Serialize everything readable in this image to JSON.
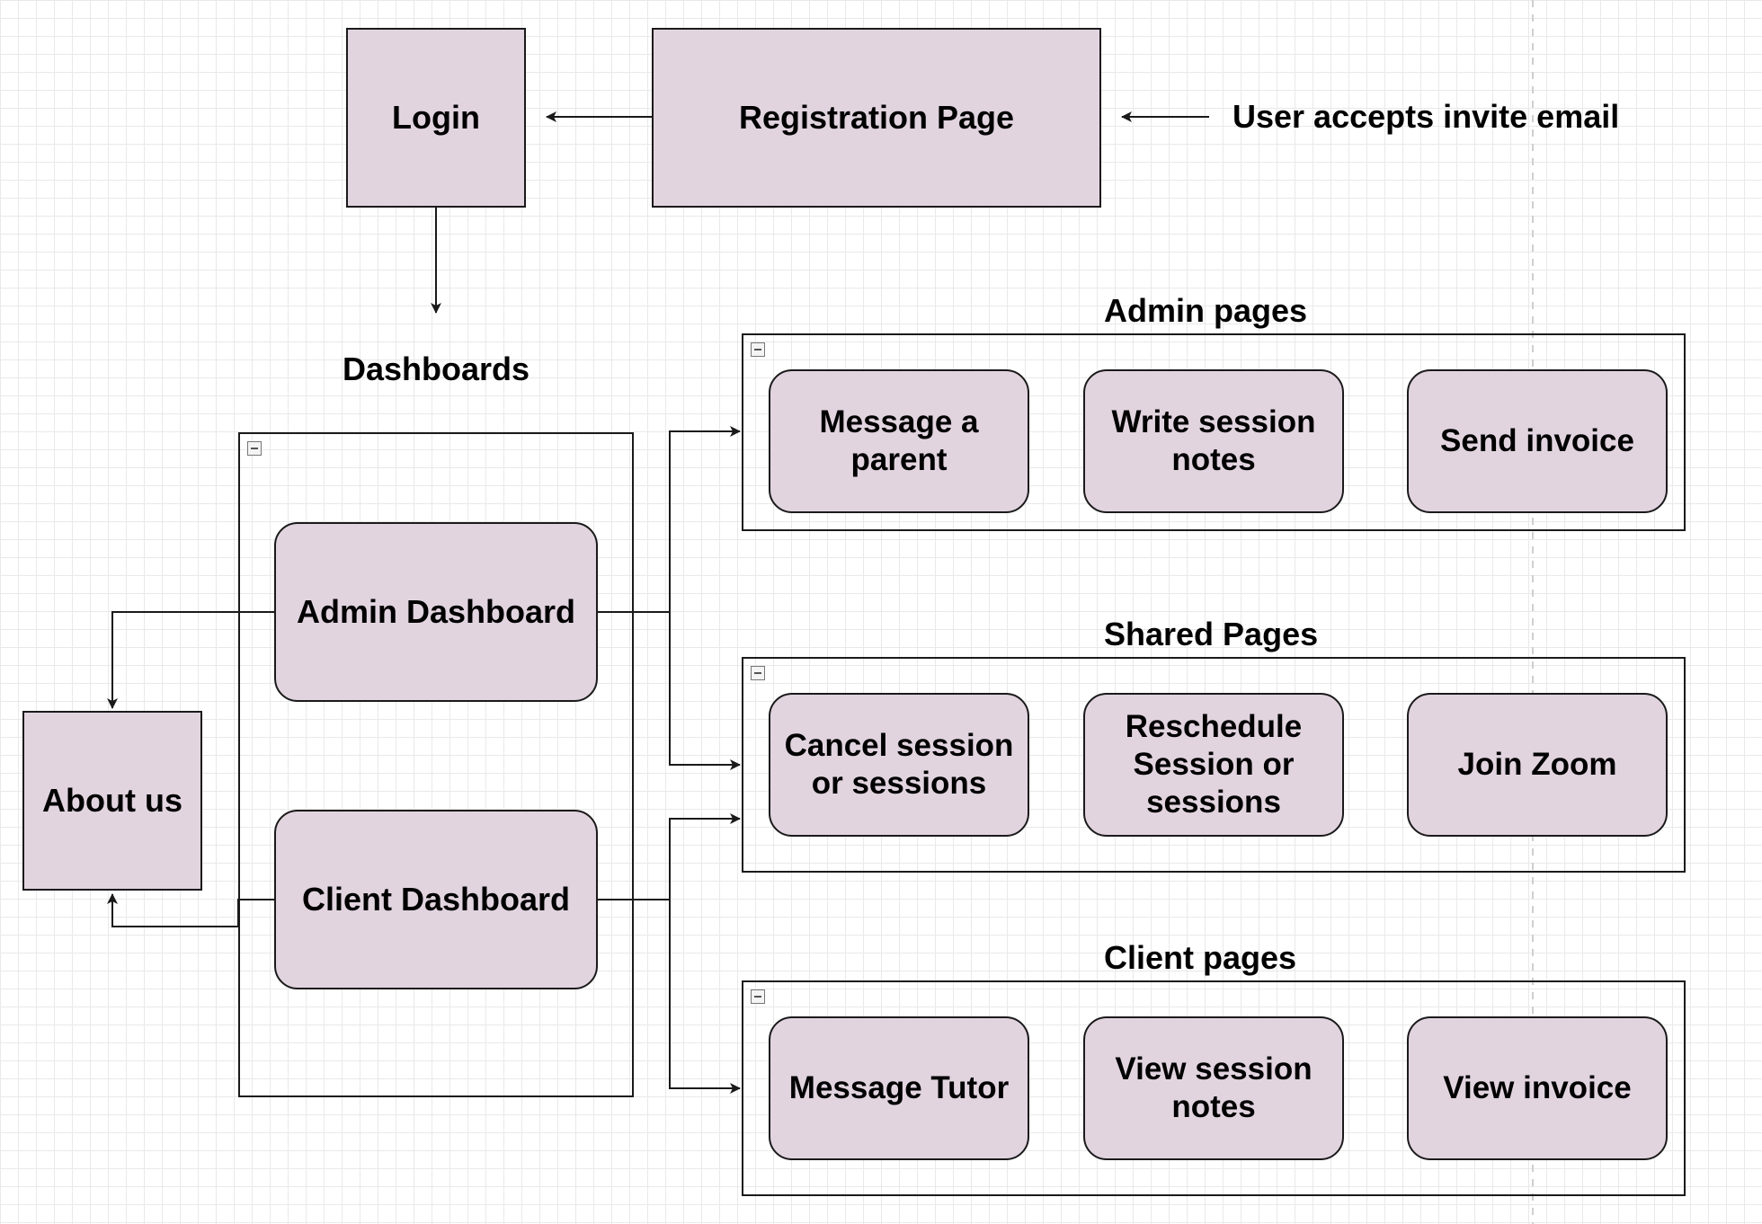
{
  "nodes": {
    "login": "Login",
    "registration_page": "Registration Page",
    "invite_email": "User accepts invite email",
    "dashboards_title": "Dashboards",
    "admin_dashboard": "Admin Dashboard",
    "client_dashboard": "Client Dashboard",
    "about_us": "About us"
  },
  "groups": {
    "admin": {
      "title": "Admin pages",
      "items": [
        "Message a parent",
        "Write session notes",
        "Send invoice"
      ]
    },
    "shared": {
      "title": "Shared Pages",
      "items": [
        "Cancel session or sessions",
        "Reschedule Session or sessions",
        "Join Zoom"
      ]
    },
    "client": {
      "title": "Client pages",
      "items": [
        "Message Tutor",
        "View session notes",
        "View invoice"
      ]
    }
  },
  "colors": {
    "node_fill": "#e1d4df",
    "stroke": "#1a1a1a",
    "grid": "#e9e9e9"
  }
}
